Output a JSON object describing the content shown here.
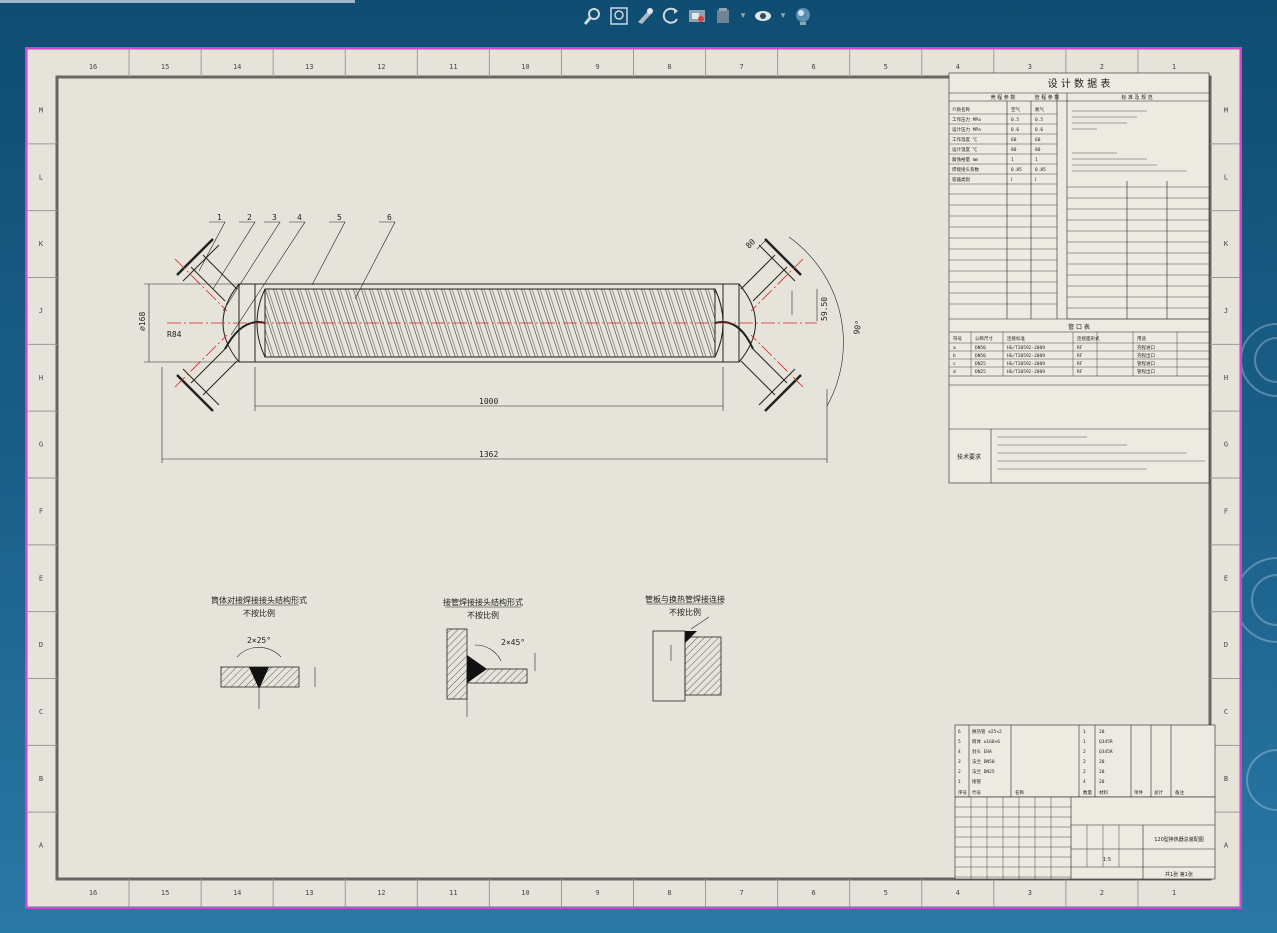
{
  "toolbar": {
    "icons": [
      "zoom-to-area-icon",
      "zoom-to-fit-icon",
      "previous-view-icon",
      "rotate-view-icon",
      "section-view-icon",
      "view-orientation-icon",
      "hide-show-items-icon",
      "appearance-icon"
    ]
  },
  "colors": {
    "sheet_border": "#d640d4",
    "paper": "#e6e4da",
    "line": "#222222",
    "centerline": "#dd2222",
    "background": "#1a5f88"
  },
  "drawing": {
    "columns": [
      "16",
      "15",
      "14",
      "13",
      "12",
      "11",
      "10",
      "9",
      "8",
      "7",
      "6",
      "5",
      "4",
      "3",
      "2",
      "1"
    ],
    "rows": [
      "M",
      "L",
      "K",
      "J",
      "H",
      "G",
      "F",
      "E",
      "D",
      "C",
      "B",
      "A"
    ],
    "balloons": [
      "1",
      "2",
      "3",
      "4",
      "5",
      "6"
    ],
    "dims": {
      "diameter": "⌀168",
      "radius": "R84",
      "length_inner": "1000",
      "length_total": "1362",
      "d80": "80",
      "d59": "59.50",
      "angle": "90°"
    },
    "details": [
      {
        "title": "筒体对接焊接接头结构形式",
        "scale": "不按比例",
        "angle": "2×25°"
      },
      {
        "title": "接管焊接接头结构形式",
        "scale": "不按比例",
        "angle": "2×45°"
      },
      {
        "title": "管板与换热管焊接连接",
        "scale": "不按比例",
        "angle": ""
      }
    ],
    "design_table": {
      "title": "设 计 数 据 表",
      "col_headers": [
        "壳 程 参 数",
        "管 程 参 数",
        "标 准 及 规 范"
      ],
      "rows": [
        [
          "介质名称",
          "空气",
          "氮气"
        ],
        [
          "工作压力 MPa",
          "0.5",
          "0.5"
        ],
        [
          "设计压力 MPa",
          "0.6",
          "0.6"
        ],
        [
          "工作温度 ℃",
          "60",
          "60"
        ],
        [
          "设计温度 ℃",
          "80",
          "80"
        ],
        [
          "腐蚀裕量 mm",
          "1",
          "1"
        ],
        [
          "焊接接头系数",
          "0.85",
          "0.85"
        ],
        [
          "容器类别",
          "Ⅰ",
          "Ⅰ"
        ]
      ],
      "nozzle_title": "管 口 表",
      "nozzle_headers": [
        "符号",
        "公称尺寸",
        "连接标准",
        "连接面形式",
        "用途"
      ],
      "nozzles": [
        [
          "a",
          "DN50",
          "HG/T20592-2009",
          "RF",
          "壳程进口"
        ],
        [
          "b",
          "DN50",
          "HG/T20592-2009",
          "RF",
          "壳程出口"
        ],
        [
          "c",
          "DN25",
          "HG/T20592-2009",
          "RF",
          "管程进口"
        ],
        [
          "d",
          "DN25",
          "HG/T20592-2009",
          "RF",
          "管程出口"
        ]
      ],
      "notes_label": "技术要求"
    },
    "parts_list": {
      "rows": [
        [
          "6",
          "换热管 ⌀25×2",
          "",
          "1",
          "20",
          "",
          "",
          ""
        ],
        [
          "5",
          "筒体 ⌀168×6",
          "",
          "1",
          "Q345R",
          "",
          "",
          ""
        ],
        [
          "4",
          "封头 EHA",
          "",
          "2",
          "Q345R",
          "",
          "",
          ""
        ],
        [
          "3",
          "法兰 DN50",
          "",
          "2",
          "20",
          "",
          "",
          ""
        ],
        [
          "2",
          "法兰 DN25",
          "",
          "2",
          "20",
          "",
          "",
          ""
        ],
        [
          "1",
          "接管",
          "",
          "4",
          "20",
          "",
          "",
          ""
        ]
      ],
      "headers": [
        "序号",
        "代号",
        "名称",
        "数量",
        "材料",
        "单件",
        "总计",
        "备注"
      ]
    },
    "title_block": {
      "name": "120型换热器总装配图",
      "scale": "1:5",
      "sheet": "共1张 第1张"
    }
  }
}
